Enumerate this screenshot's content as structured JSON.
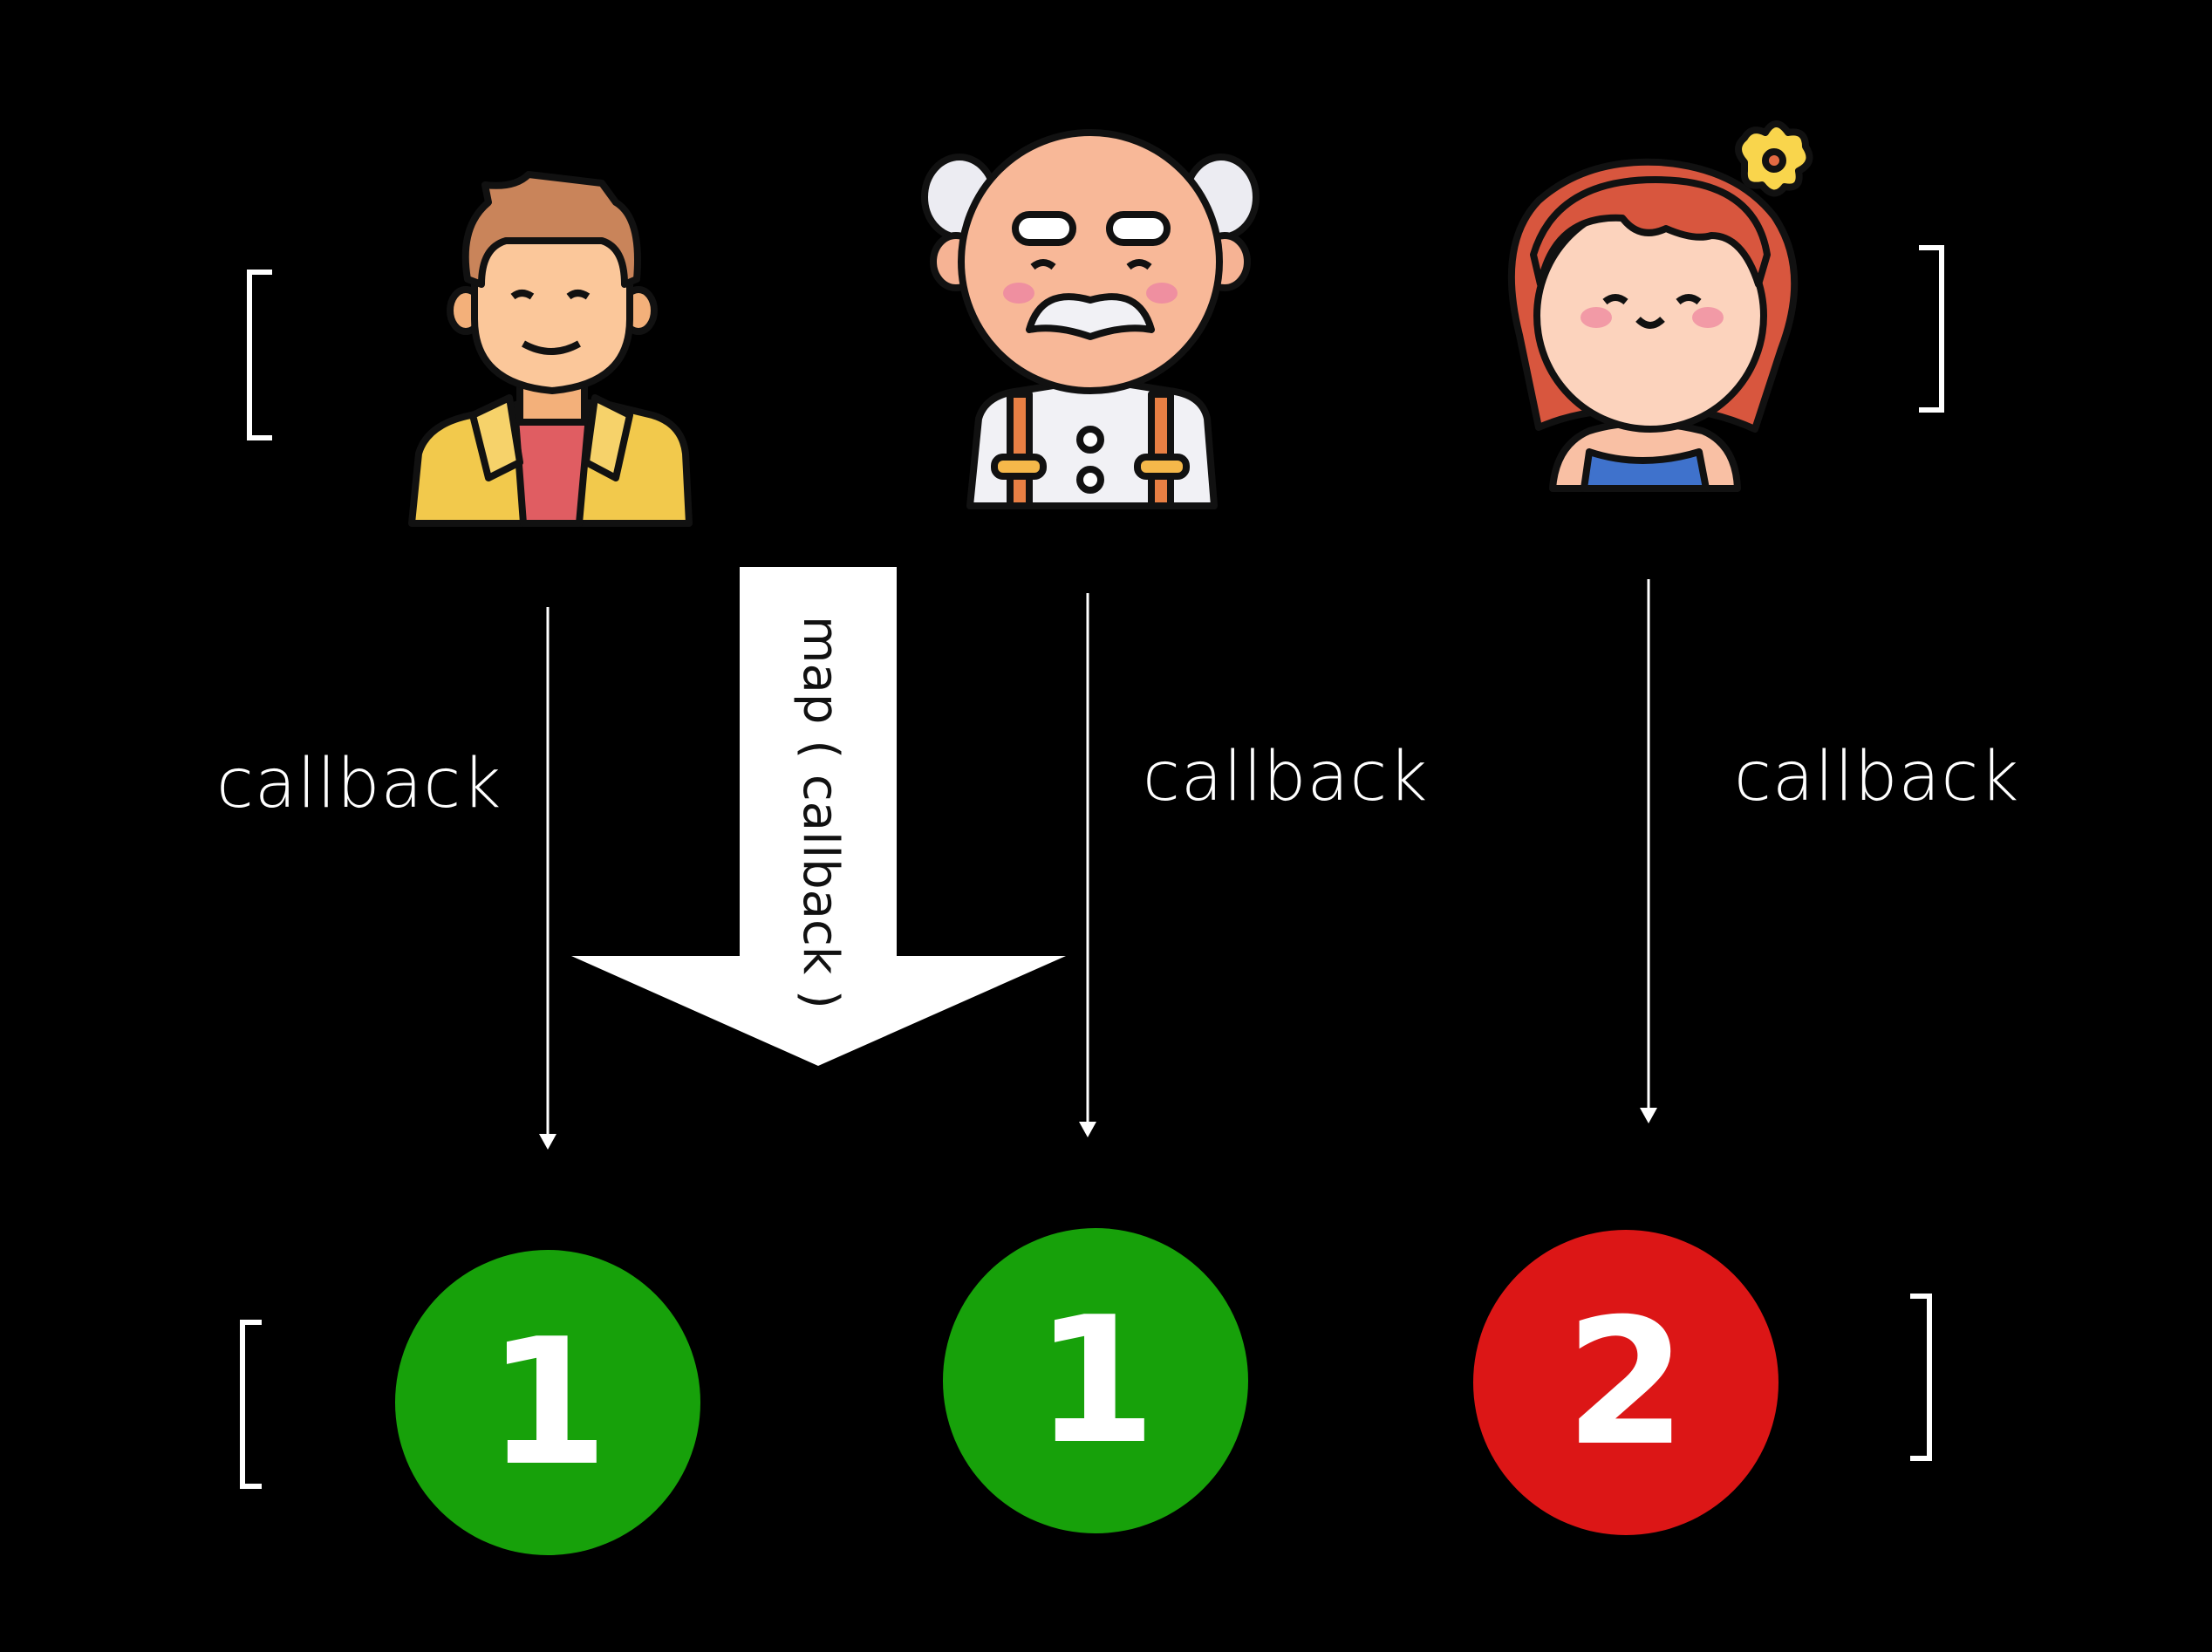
{
  "diagram": {
    "callback_labels": [
      "callback",
      "callback",
      "callback"
    ],
    "map_label": "map ( callback )",
    "people": [
      {
        "name": "young-man"
      },
      {
        "name": "old-man"
      },
      {
        "name": "girl"
      }
    ],
    "results": [
      {
        "value": "1",
        "color": "#17a10a"
      },
      {
        "value": "1",
        "color": "#17a10a"
      },
      {
        "value": "2",
        "color": "#dc1616"
      }
    ]
  }
}
